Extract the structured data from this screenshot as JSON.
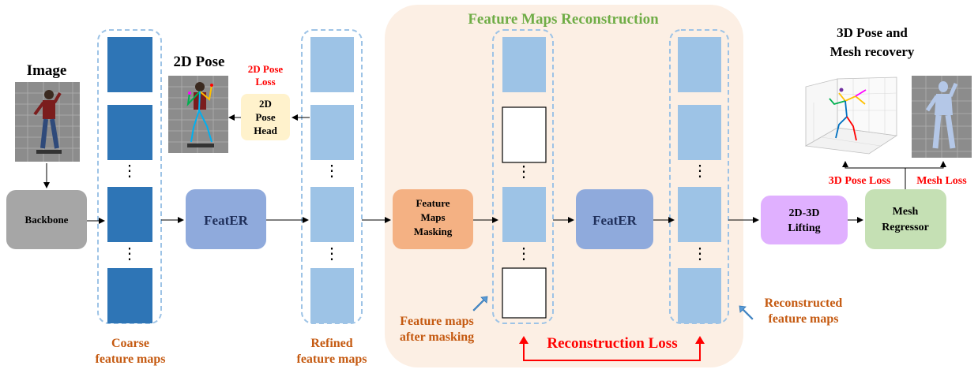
{
  "colors": {
    "coarse_map": "#2e75b6",
    "refined_map": "#9dc3e6",
    "dashed_frame": "#9dc3e6",
    "region_bg": "#fcefe4",
    "region_title": "#70ad47",
    "orange_text": "#c55a11",
    "loss_red": "#ff0000",
    "backbone": "#a6a6a6",
    "feater": "#8faadc",
    "pose_head": "#fff2cc",
    "masking": "#f4b183",
    "lifting": "#e0b0ff",
    "regressor": "#c5e0b4"
  },
  "labels": {
    "image": "Image",
    "pose2d": "2D Pose",
    "pose2d_loss": [
      "2D Pose",
      "Loss"
    ],
    "pose_head": [
      "2D",
      "Pose",
      "Head"
    ],
    "backbone": "Backbone",
    "feater_1": "FeatER",
    "feater_2": "FeatER",
    "region_title": "Feature Maps Reconstruction",
    "masking": [
      "Feature",
      "Maps",
      "Masking"
    ],
    "lifting": [
      "2D-3D",
      "Lifting"
    ],
    "regressor": [
      "Mesh",
      "Regressor"
    ],
    "recovery_title": [
      "3D Pose and",
      "Mesh recovery"
    ],
    "pose3d_loss": "3D Pose Loss",
    "mesh_loss": "Mesh Loss",
    "coarse": [
      "Coarse",
      "feature maps"
    ],
    "refined": [
      "Refined",
      "feature maps"
    ],
    "after_masking": [
      "Feature maps",
      "after masking"
    ],
    "reconstructed": [
      "Reconstructed",
      "feature maps"
    ],
    "reconstruction_loss": "Reconstruction Loss",
    "ellipsis": "⋮"
  }
}
